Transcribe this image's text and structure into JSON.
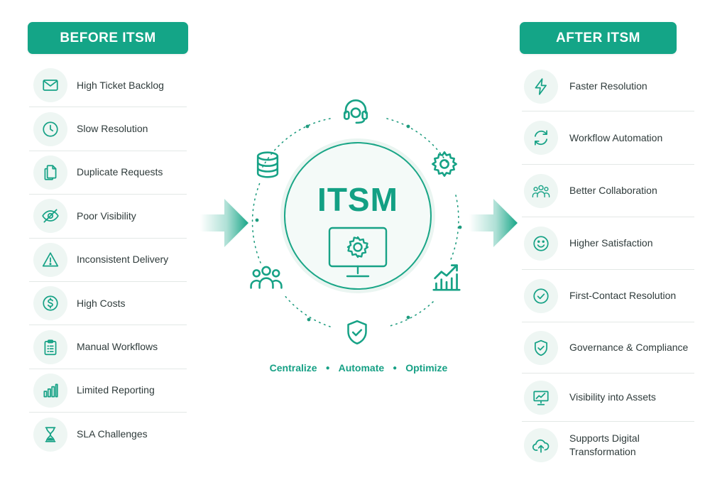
{
  "before": {
    "title": "BEFORE ITSM",
    "items": [
      {
        "label": "High Ticket Backlog",
        "icon": "envelope-icon"
      },
      {
        "label": "Slow Resolution",
        "icon": "clock-icon"
      },
      {
        "label": "Duplicate Requests",
        "icon": "copy-icon"
      },
      {
        "label": "Poor Visibility",
        "icon": "eye-off-icon"
      },
      {
        "label": "Inconsistent Delivery",
        "icon": "warning-icon"
      },
      {
        "label": "High Costs",
        "icon": "dollar-icon"
      },
      {
        "label": "Manual Workflows",
        "icon": "clipboard-icon"
      },
      {
        "label": "Limited Reporting",
        "icon": "bar-chart-icon"
      },
      {
        "label": "SLA Challenges",
        "icon": "hourglass-icon"
      }
    ]
  },
  "center": {
    "title": "ITSM",
    "tagline": [
      "Centralize",
      "Automate",
      "Optimize"
    ],
    "orbit_icons": [
      "headset-icon",
      "gear-icon",
      "trend-chart-icon",
      "shield-check-icon",
      "people-icon",
      "database-icon"
    ]
  },
  "after": {
    "title": "AFTER ITSM",
    "items": [
      {
        "label": "Faster Resolution",
        "icon": "lightning-icon"
      },
      {
        "label": "Workflow Automation",
        "icon": "refresh-icon"
      },
      {
        "label": "Better Collaboration",
        "icon": "team-icon"
      },
      {
        "label": "Higher Satisfaction",
        "icon": "smile-icon"
      },
      {
        "label": "First-Contact Resolution",
        "icon": "check-circle-icon"
      },
      {
        "label": "Governance & Compliance",
        "icon": "shield-check-icon"
      },
      {
        "label": "Visibility into Assets",
        "icon": "monitor-chart-icon"
      },
      {
        "label": "Supports Digital Transformation",
        "icon": "cloud-upload-icon"
      }
    ]
  },
  "colors": {
    "accent": "#14a587",
    "icon_bg": "#eef6f3",
    "divider": "#e3e8e6"
  }
}
